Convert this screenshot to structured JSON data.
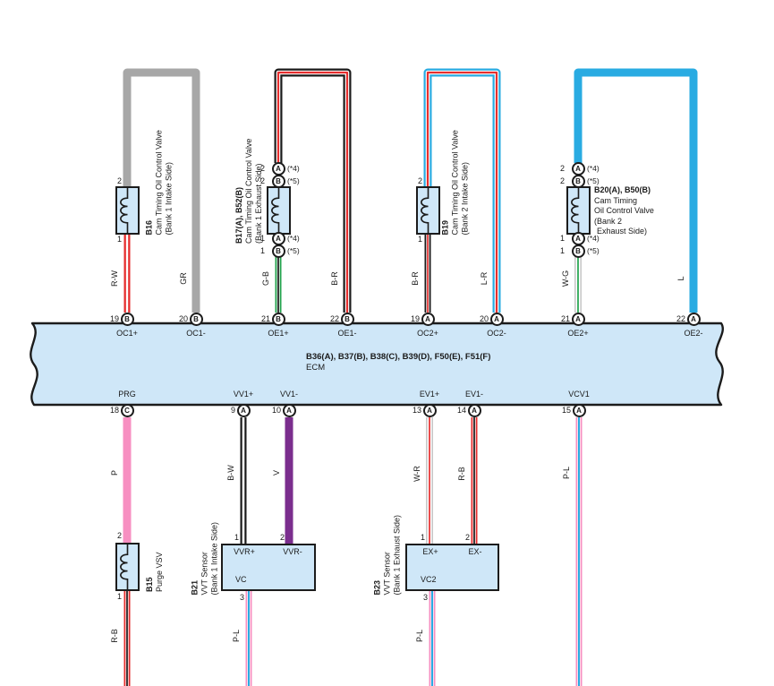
{
  "ecm": {
    "id_label": "B36(A), B37(B), B38(C), B39(D), F50(E), F51(F)",
    "name": "ECM",
    "top_pins": [
      {
        "num": "19",
        "letter": "B",
        "label": "OC1+"
      },
      {
        "num": "20",
        "letter": "B",
        "label": "OC1-"
      },
      {
        "num": "21",
        "letter": "B",
        "label": "OE1+"
      },
      {
        "num": "22",
        "letter": "B",
        "label": "OE1-"
      },
      {
        "num": "19",
        "letter": "A",
        "label": "OC2+"
      },
      {
        "num": "20",
        "letter": "A",
        "label": "OC2-"
      },
      {
        "num": "21",
        "letter": "A",
        "label": "OE2+"
      },
      {
        "num": "22",
        "letter": "A",
        "label": "OE2-"
      }
    ],
    "bottom_pins": [
      {
        "num": "18",
        "letter": "C",
        "label": "PRG"
      },
      {
        "num": "9",
        "letter": "A",
        "label": "VV1+"
      },
      {
        "num": "10",
        "letter": "A",
        "label": "VV1-"
      },
      {
        "num": "13",
        "letter": "A",
        "label": "EV1+"
      },
      {
        "num": "14",
        "letter": "A",
        "label": "EV1-"
      },
      {
        "num": "15",
        "letter": "A",
        "label": "VCV1"
      }
    ]
  },
  "components": {
    "b16": {
      "id": "B16",
      "desc1": "Cam Timing Oil Control Valve",
      "desc2": "(Bank 1 Intake Side)",
      "pin_top": "2",
      "pin_bottom": "1"
    },
    "b17": {
      "id": "B17(A), B52(B)",
      "desc1": "Cam Timing Oil Control Valve",
      "desc2": "(Bank 1 Exhaust Side)",
      "pins": [
        {
          "num": "2",
          "letter": "A",
          "note": "(*4)"
        },
        {
          "num": "2",
          "letter": "B",
          "note": "(*5)"
        },
        {
          "num": "1",
          "letter": "A",
          "note": "(*4)"
        },
        {
          "num": "1",
          "letter": "B",
          "note": "(*5)"
        }
      ]
    },
    "b19": {
      "id": "B19",
      "desc1": "Cam Timing Oil Control Valve",
      "desc2": "(Bank 2 Intake Side)",
      "pin_top": "2",
      "pin_bottom": "1"
    },
    "b20": {
      "id": "B20(A), B50(B)",
      "desc1": "Cam Timing",
      "desc2": "Oil Control Valve",
      "desc3": "(Bank 2",
      "desc4": "Exhaust Side)",
      "pins": [
        {
          "num": "2",
          "letter": "A",
          "note": "(*4)"
        },
        {
          "num": "2",
          "letter": "B",
          "note": "(*5)"
        },
        {
          "num": "1",
          "letter": "A",
          "note": "(*4)"
        },
        {
          "num": "1",
          "letter": "B",
          "note": "(*5)"
        }
      ]
    },
    "b15": {
      "id": "B15",
      "desc1": "Purge VSV",
      "pin_top": "2",
      "pin_bottom": "1"
    },
    "b21": {
      "id": "B21",
      "desc1": "VVT Sensor",
      "desc2": "(Bank 1 Intake Side)",
      "pin1": "1",
      "pin2": "2",
      "pin3": "3",
      "term1": "VVR+",
      "term2": "VVR-",
      "term3": "VC"
    },
    "b23": {
      "id": "B23",
      "desc1": "VVT Sensor",
      "desc2": "(Bank 1 Exhaust Side)",
      "pin1": "1",
      "pin2": "2",
      "pin3": "3",
      "term1": "EX+",
      "term2": "EX-",
      "term3": "VC2"
    }
  },
  "wires": {
    "top": [
      "R-W",
      "GR",
      "G-B",
      "B-R",
      "B-R",
      "L-R",
      "W-G",
      "L"
    ],
    "mid": [
      "P",
      "B-W",
      "V",
      "W-R",
      "R-B",
      "P-L"
    ],
    "low": [
      "R-B",
      "P-L",
      "P-L"
    ]
  },
  "colors": {
    "component_fill": "#cfe7f8",
    "red": "#e62e2e",
    "cyan": "#29abe2",
    "green": "#21a24b",
    "gray": "#a7a7a7",
    "pink": "#f78fc1",
    "violet": "#7b2e8e",
    "black": "#1a1a1a"
  }
}
